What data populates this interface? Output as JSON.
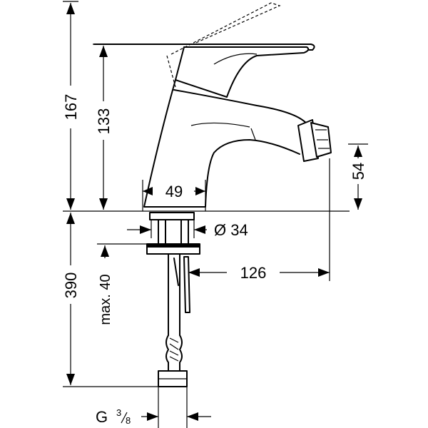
{
  "dimensions": {
    "total_height": "167",
    "lever_height": "133",
    "base_width": "49",
    "outlet_height": "54",
    "base_diameter": "Ø 34",
    "spout_reach": "126",
    "hose_length": "390",
    "max_mount": "max. 40",
    "thread_main": "G",
    "thread_num": "3",
    "thread_den": "8"
  }
}
